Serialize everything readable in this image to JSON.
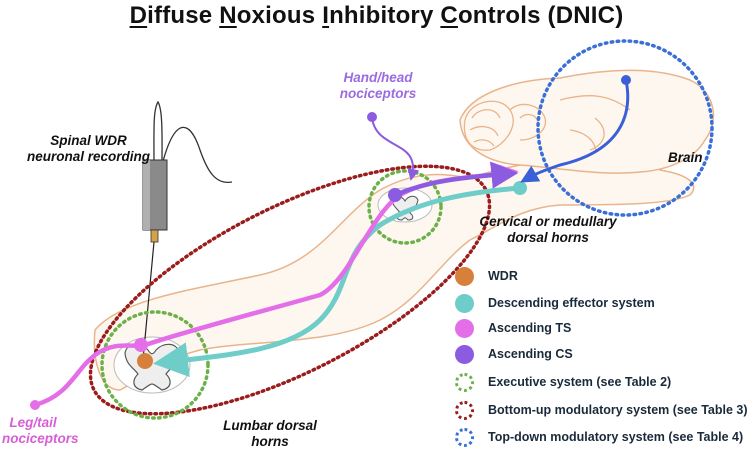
{
  "title": {
    "parts": [
      {
        "u": "D",
        "rest": "iffuse "
      },
      {
        "u": "N",
        "rest": "oxious "
      },
      {
        "u": "I",
        "rest": "nhibitory "
      },
      {
        "u": "C",
        "rest": "ontrols (DNIC)"
      }
    ]
  },
  "labels": {
    "hand_head": "Hand/head\nnociceptors",
    "spinal_wdr": "Spinal WDR\nneuronal recording",
    "brain": "Brain",
    "cervical": "Cervical or medullary\ndorsal horns",
    "leg_tail": "Leg/tail\nnociceptors",
    "lumbar": "Lumbar dorsal\nhorns"
  },
  "legend": [
    {
      "label": "WDR",
      "kind": "fill",
      "color": "#d7803b"
    },
    {
      "label": "Descending effector system",
      "kind": "fill",
      "color": "#6ecdc8"
    },
    {
      "label": "Ascending TS",
      "kind": "fill",
      "color": "#e36ee8"
    },
    {
      "label": "Ascending CS",
      "kind": "fill",
      "color": "#8b5be0"
    },
    {
      "label": "Executive system (see Table 2)",
      "kind": "dotted",
      "color": "#6cb04a"
    },
    {
      "label": "Bottom-up modulatory system (see Table 3)",
      "kind": "dotted",
      "color": "#9b1c1c"
    },
    {
      "label": "Top-down modulatory system (see Table 4)",
      "kind": "dotted",
      "color": "#3a6fd8"
    }
  ],
  "colors": {
    "cord_outline": "#e9b48a",
    "wdr": "#d7803b",
    "descending": "#6ecdc8",
    "ascending_ts": "#e36ee8",
    "ascending_cs": "#8b5be0",
    "brain_arrow": "#3b5fd8",
    "label_purple": "#9b6be0",
    "label_pink": "#d65fd6"
  }
}
